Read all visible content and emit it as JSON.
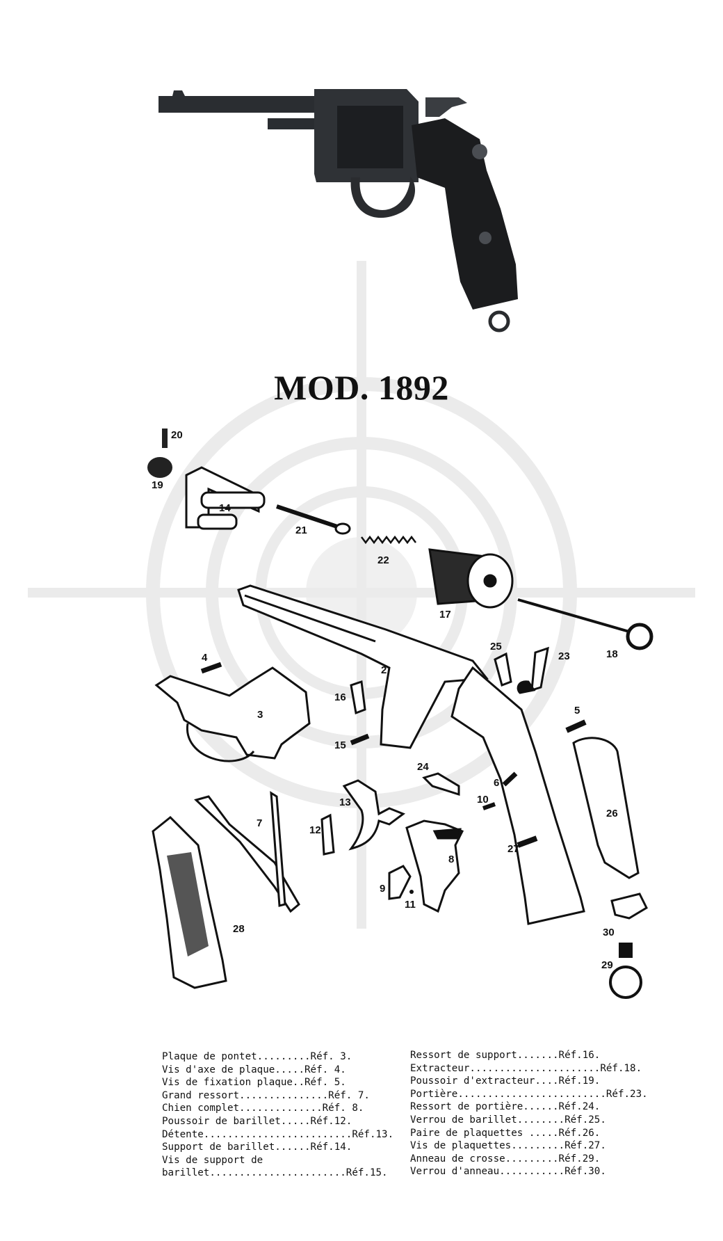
{
  "title": "MOD. 1892",
  "part_numbers": {
    "p2": "2",
    "p3": "3",
    "p4": "4",
    "p5": "5",
    "p6": "6",
    "p7": "7",
    "p8": "8",
    "p9": "9",
    "p10": "10",
    "p11": "11",
    "p12": "12",
    "p13": "13",
    "p14": "14",
    "p15": "15",
    "p16": "16",
    "p17": "17",
    "p18": "18",
    "p19": "19",
    "p20": "20",
    "p21": "21",
    "p22": "22",
    "p23": "23",
    "p24": "24",
    "p25": "25",
    "p26": "26",
    "p27": "27",
    "p28": "28",
    "p29": "29",
    "p30": "30"
  },
  "legend_left": [
    "Plaque de pontet.........Réf. 3.",
    "Vis d'axe de plaque.....Réf. 4.",
    "Vis de fixation plaque..Réf. 5.",
    "Grand ressort...............Réf. 7.",
    "Chien complet..............Réf. 8.",
    "Poussoir de barillet.....Réf.12.",
    "Détente.........................Réf.13.",
    "Support de barillet......Réf.14.",
    "Vis de support de",
    "barillet.......................Réf.15."
  ],
  "legend_right": [
    "Ressort de support.......Réf.16.",
    "Extracteur......................Réf.18.",
    "Poussoir d'extracteur....Réf.19.",
    "Portière.........................Réf.23.",
    "Ressort de portière......Réf.24.",
    "Verrou de barillet........Réf.25.",
    "Paire de plaquettes .....Réf.26.",
    "Vis de plaquettes.........Réf.27.",
    "Anneau de crosse.........Réf.29.",
    "Verrou d'anneau...........Réf.30."
  ]
}
